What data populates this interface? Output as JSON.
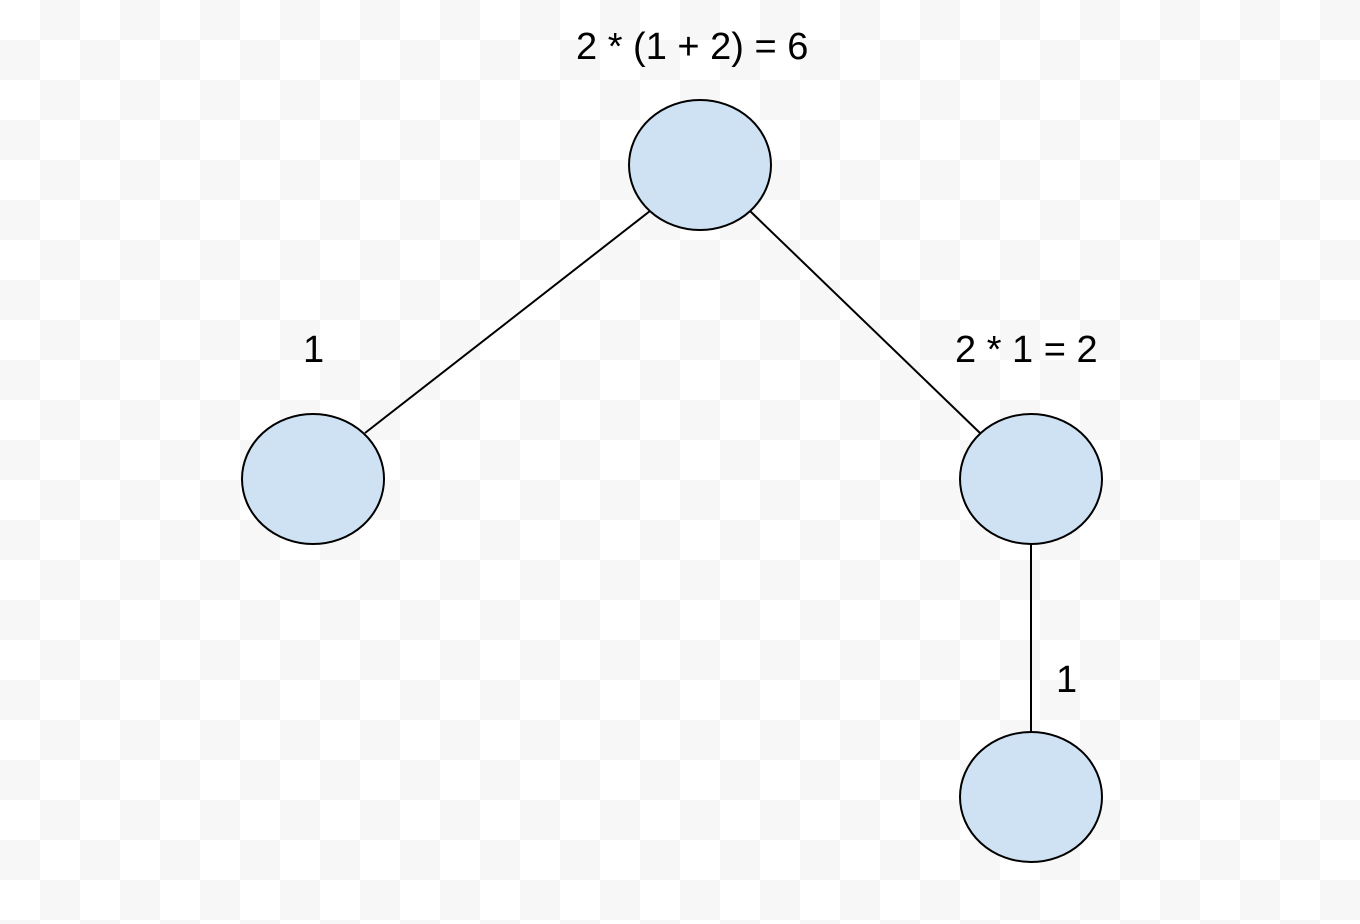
{
  "diagram": {
    "node_fill": "#cfe2f3",
    "node_stroke": "#000000",
    "edge_color": "#000000",
    "nodes": [
      {
        "id": "root",
        "label": "2 * (1 + 2) = 6"
      },
      {
        "id": "left",
        "label": "1"
      },
      {
        "id": "right",
        "label": "2 * 1 = 2"
      },
      {
        "id": "right-child",
        "label": "1"
      }
    ],
    "edges": [
      {
        "from": "root",
        "to": "left"
      },
      {
        "from": "root",
        "to": "right"
      },
      {
        "from": "right",
        "to": "right-child"
      }
    ]
  }
}
